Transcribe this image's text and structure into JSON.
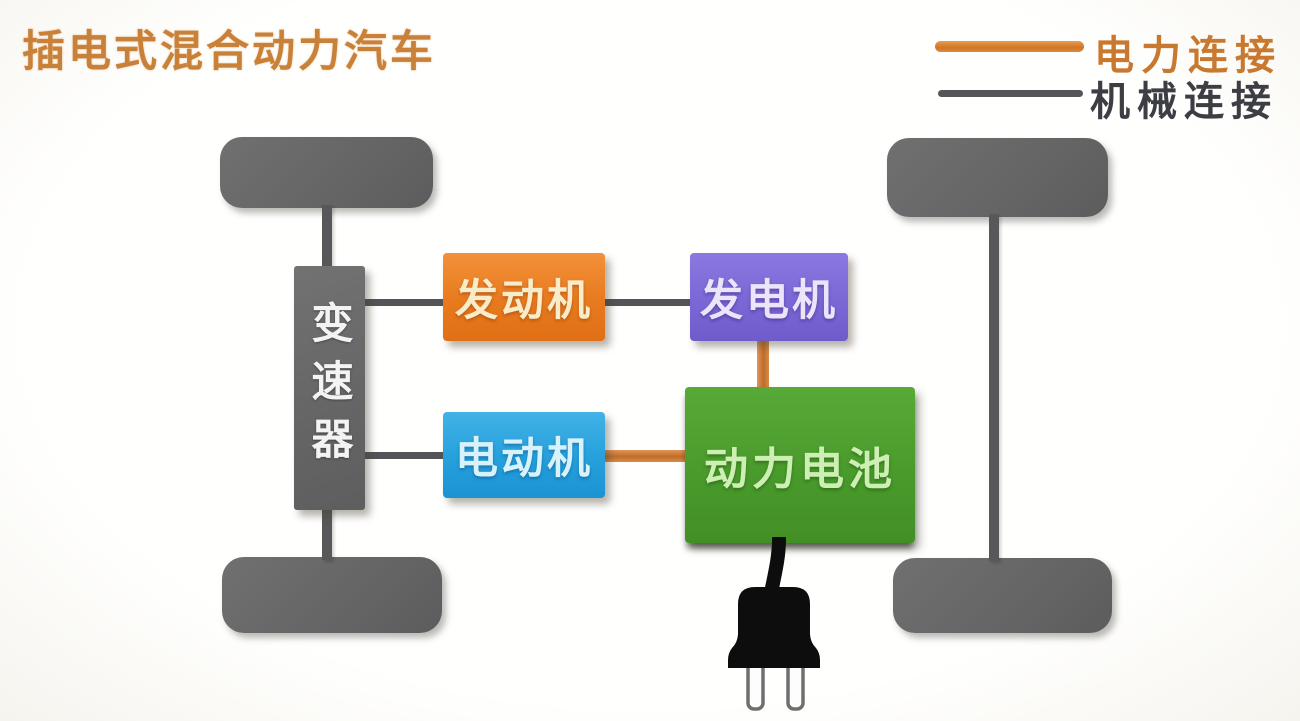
{
  "title": "插电式混合动力汽车",
  "legend": {
    "electrical": {
      "label": "电力连接",
      "color": "#CE7426"
    },
    "mechanical": {
      "label": "机械连接",
      "color": "#55565A"
    }
  },
  "components": {
    "transmission": {
      "label": "变速器",
      "color": "#68686A"
    },
    "engine": {
      "label": "发动机",
      "color": "#E87A1E"
    },
    "generator": {
      "label": "发电机",
      "color": "#7A66D4"
    },
    "motor": {
      "label": "电动机",
      "color": "#25A0DC"
    },
    "battery": {
      "label": "动力电池",
      "color": "#48992B"
    }
  },
  "wheels": {
    "count": 4,
    "color": "#646465"
  },
  "connections": [
    {
      "from": "transmission",
      "to": "engine",
      "type": "mechanical"
    },
    {
      "from": "engine",
      "to": "generator",
      "type": "mechanical"
    },
    {
      "from": "transmission",
      "to": "motor",
      "type": "mechanical"
    },
    {
      "from": "motor",
      "to": "battery",
      "type": "electrical"
    },
    {
      "from": "generator",
      "to": "battery",
      "type": "electrical"
    },
    {
      "from": "front-left-wheel",
      "to": "rear-left-wheel",
      "via": "transmission",
      "type": "mechanical"
    },
    {
      "from": "front-right-wheel",
      "to": "rear-right-wheel",
      "type": "mechanical"
    }
  ],
  "plug": {
    "name": "charging-plug",
    "attached_to": "battery",
    "color": "#0D0D0D"
  }
}
